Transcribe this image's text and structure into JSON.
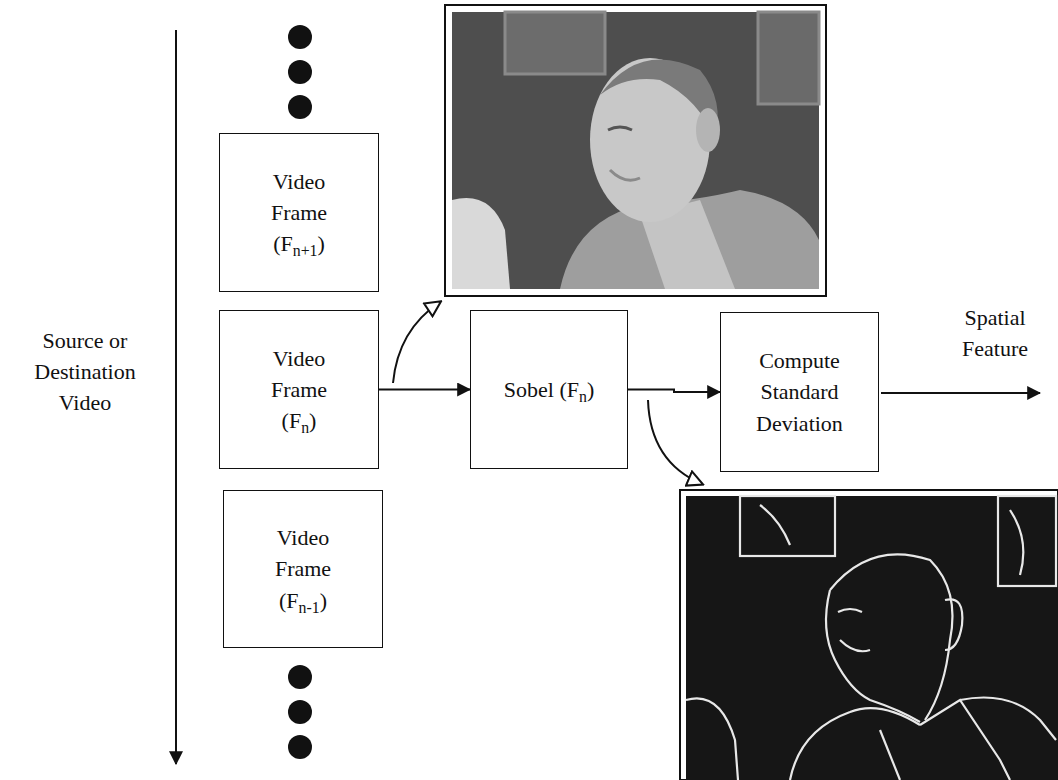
{
  "diagram": {
    "nodes": [
      {
        "text": [
          "Video Frame",
          "(Fn+1)"
        ]
      },
      {
        "text": [
          "Video Frame",
          "(Fn)"
        ]
      },
      {
        "text": [
          "Video Frame",
          "(Fn-1)"
        ]
      },
      {
        "text": [
          "Sobel (Fn)"
        ]
      },
      {
        "text": [
          "Compute Standard Deviation"
        ]
      }
    ],
    "edges": [
      {
        "from": 1,
        "to": 3,
        "arrow": "to"
      },
      {
        "from": 3,
        "to": 4,
        "arrow": "to"
      }
    ],
    "labels": [
      "Source or Destination Video",
      "Spatial Feature"
    ]
  }
}
